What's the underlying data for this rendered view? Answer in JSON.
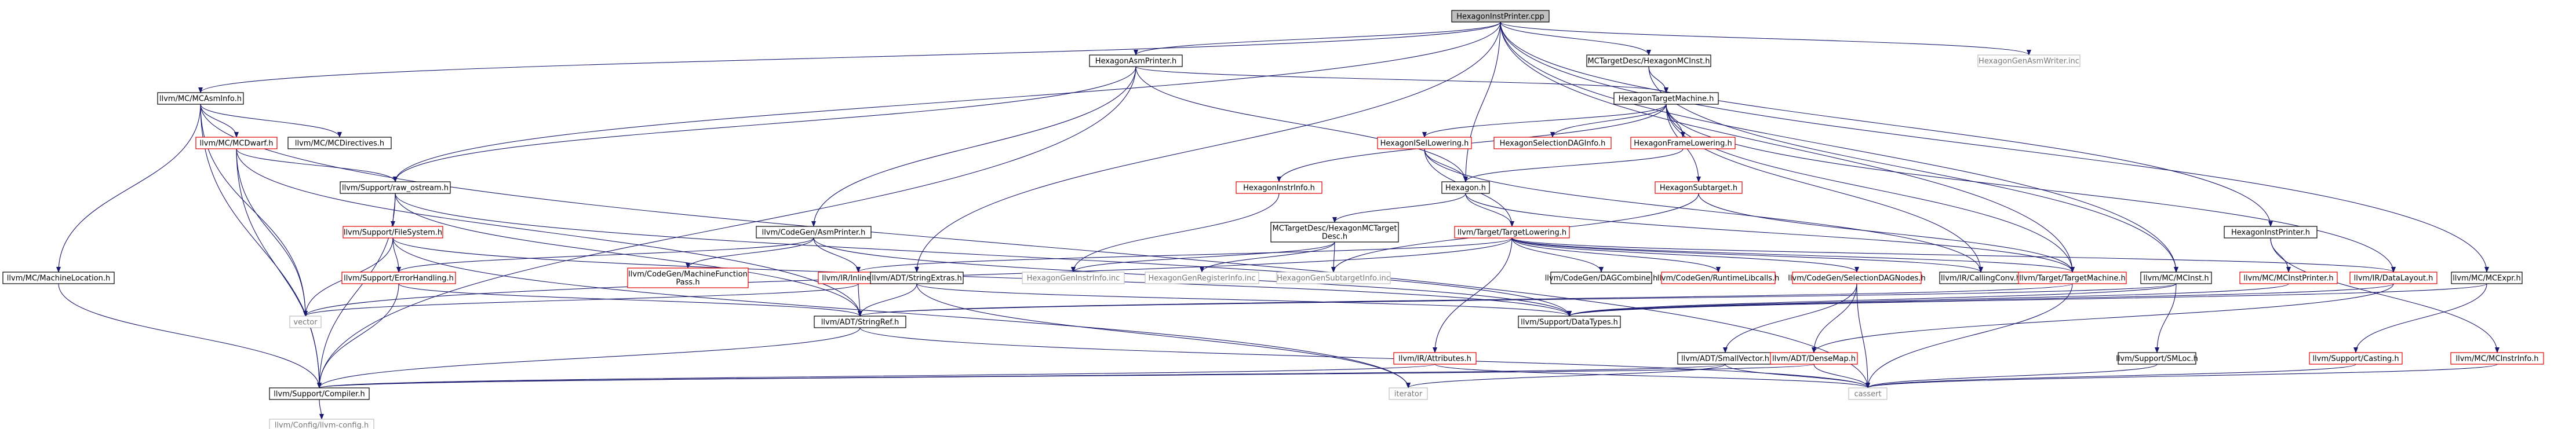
{
  "title": "HexagonInstPrinter.cpp",
  "colors": {
    "edge": "#191970",
    "node_border": "#000000",
    "node_border_missing_docs": "#e00000",
    "node_border_external": "#bfbfbf",
    "root_fill": "#bfbfbf"
  },
  "nodes": {
    "root": "HexagonInstPrinter.cpp",
    "hexasmwriter": "HexagonGenAsmWriter.inc",
    "asmprinter_h": "HexagonAsmPrinter.h",
    "mctd_mcinst": "MCTargetDesc/HexagonMCInst.h",
    "mcasminfo": "llvm/MC/MCAsmInfo.h",
    "targetmachine": "HexagonTargetMachine.h",
    "mcdwarf": "llvm/MC/MCDwarf.h",
    "mcdirectives": "llvm/MC/MCDirectives.h",
    "isellowering": "HexagonISelLowering.h",
    "selectiondaginfo": "HexagonSelectionDAGInfo.h",
    "framelowering": "HexagonFrameLowering.h",
    "rawostream": "llvm/Support/raw_ostream.h",
    "instrinfo": "HexagonInstrInfo.h",
    "hexagon_h": "Hexagon.h",
    "subtarget": "HexagonSubtarget.h",
    "filesystem": "llvm/Support/FileSystem.h",
    "codegen_asmprinter": "llvm/CodeGen/AsmPrinter.h",
    "mctd_hexdesc": "MCTargetDesc/HexagonMCTarget\nDesc.h",
    "targetlowering": "llvm/Target/TargetLowering.h",
    "instprinter_h": "HexagonInstPrinter.h",
    "machinelocation": "llvm/MC/MachineLocation.h",
    "errorhandling": "llvm/Support/ErrorHandling.h",
    "mfpass": "llvm/CodeGen/MachineFunction\nPass.h",
    "inlineasm": "llvm/IR/InlineAsm.h",
    "stringextras": "llvm/ADT/StringExtras.h",
    "geninstrinfo": "HexagonGenInstrInfo.inc",
    "genreginfo": "HexagonGenRegisterInfo.inc",
    "gensubinfo": "HexagonGenSubtargetInfo.inc",
    "dagcombine": "llvm/CodeGen/DAGCombine.h",
    "runtimelibcalls": "llvm/CodeGen/RuntimeLibcalls.h",
    "selectiondagnodes": "llvm/CodeGen/SelectionDAGNodes.h",
    "callingconv": "llvm/IR/CallingConv.h",
    "target_tm": "llvm/Target/TargetMachine.h",
    "mcinst": "llvm/MC/MCInst.h",
    "mcinstprinter": "llvm/MC/MCInstPrinter.h",
    "datalayout": "llvm/IR/DataLayout.h",
    "mcexpr": "llvm/MC/MCExpr.h",
    "vector": "vector",
    "stringref": "llvm/ADT/StringRef.h",
    "datatypes": "llvm/Support/DataTypes.h",
    "attributes": "llvm/IR/Attributes.h",
    "smallvector": "llvm/ADT/SmallVector.h",
    "densemap": "llvm/ADT/DenseMap.h",
    "smloc": "llvm/Support/SMLoc.h",
    "casting": "llvm/Support/Casting.h",
    "mcinstrinfo": "llvm/MC/MCInstrInfo.h",
    "compiler": "llvm/Support/Compiler.h",
    "iterator": "iterator",
    "cassert": "cassert",
    "llvmconfig": "llvm/Config/llvm-config.h"
  }
}
